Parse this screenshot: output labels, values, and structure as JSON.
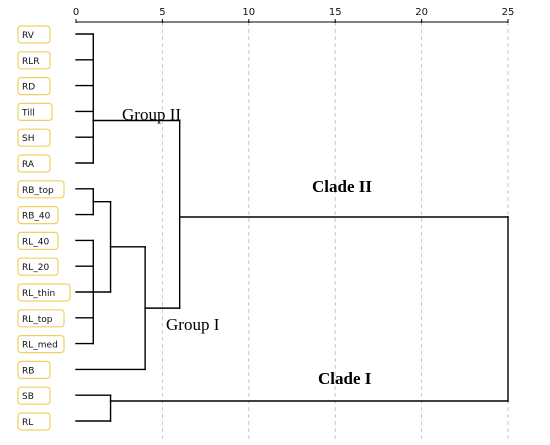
{
  "chart_data": {
    "type": "dendrogram",
    "x_axis": {
      "ticks": [
        "0",
        "5",
        "10",
        "15",
        "20",
        "25"
      ],
      "tick_values": [
        0,
        5,
        10,
        15,
        20,
        25
      ],
      "range": [
        0,
        25
      ],
      "grid": "dashed vertical"
    },
    "leaves": [
      "RV",
      "RLR",
      "RD",
      "Till",
      "SH",
      "RA",
      "RB_top",
      "RB_40",
      "RL_40",
      "RL_20",
      "RL_thin",
      "RL_top",
      "RL_med",
      "RB",
      "SB",
      "RL"
    ],
    "merges": [
      {
        "children": [
          "RV",
          "RLR",
          "RD",
          "Till",
          "SH",
          "RA"
        ],
        "height": 1
      },
      {
        "children": [
          "RB_top",
          "RB_40"
        ],
        "height": 1
      },
      {
        "children": [
          "RL_40",
          "RL_20",
          "RL_thin",
          "RL_top",
          "RL_med"
        ],
        "height": 1
      },
      {
        "children": [
          "RB_top+RB_40",
          "RL_40..RL_med"
        ],
        "height": 2
      },
      {
        "children": [
          "RB_top..RL_med",
          "RB"
        ],
        "height": 4
      },
      {
        "children": [
          "RV..RA",
          "RB_top..RB"
        ],
        "height": 6
      },
      {
        "children": [
          "SB",
          "RL"
        ],
        "height": 2
      },
      {
        "children": [
          "RV..RB",
          "SB+RL"
        ],
        "height": 25
      }
    ],
    "annotations": [
      {
        "text": "Group II",
        "bold": false
      },
      {
        "text": "Group I",
        "bold": false
      },
      {
        "text": "Clade II",
        "bold": true
      },
      {
        "text": "Clade I",
        "bold": true
      }
    ],
    "colors": {
      "line": "#000000",
      "grid": "#c8c8c8",
      "label_border": "#f0d060"
    }
  }
}
